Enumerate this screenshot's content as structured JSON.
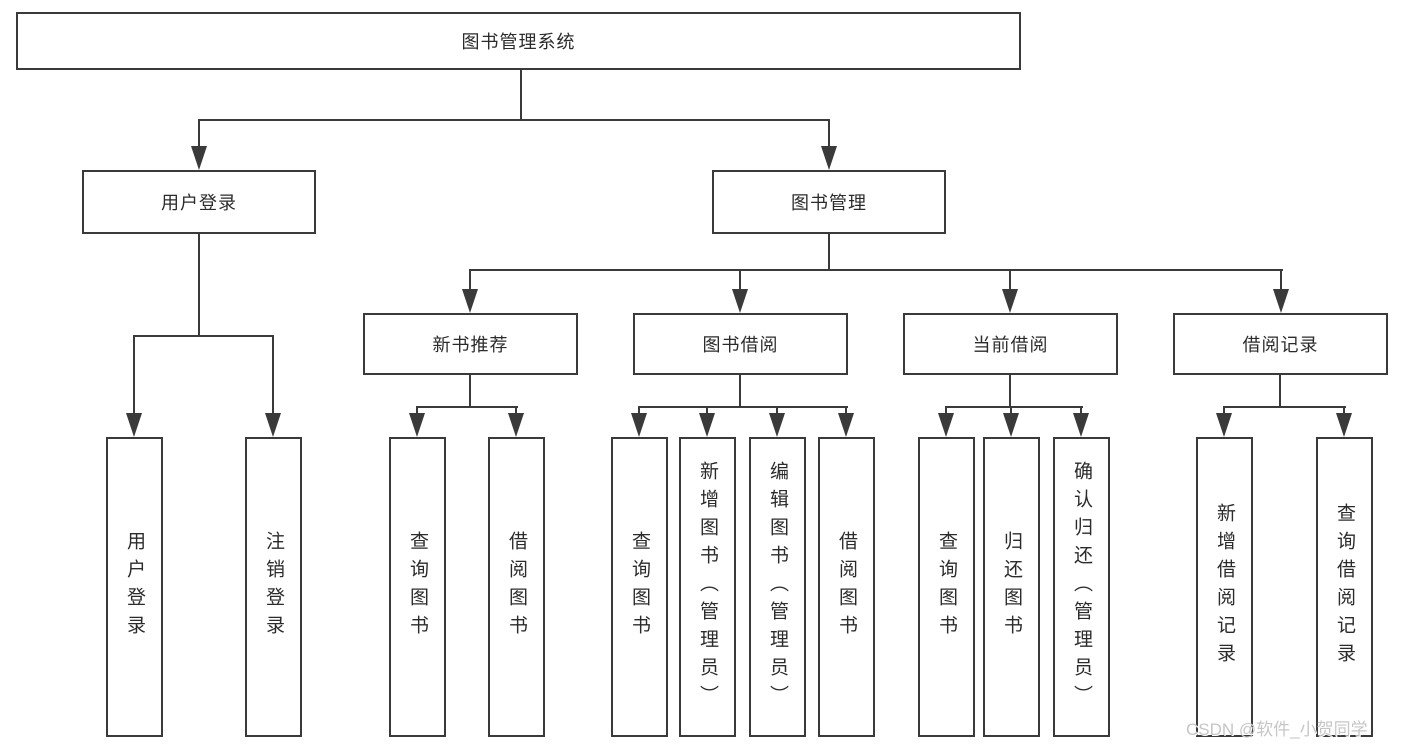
{
  "diagram": {
    "line_color": "#3a3a3a",
    "text_color": "#2b2b2b",
    "box_background": "#ffffff",
    "nodes": {
      "root": {
        "label": "图书管理系统"
      },
      "user_login": {
        "label": "用户登录"
      },
      "book_mgmt": {
        "label": "图书管理"
      },
      "new_book_rec": {
        "label": "新书推荐"
      },
      "book_borrow": {
        "label": "图书借阅"
      },
      "current_borrow": {
        "label": "当前借阅"
      },
      "borrow_record": {
        "label": "借阅记录"
      },
      "leaf_user_login": {
        "label": "用户登录"
      },
      "leaf_logout": {
        "label": "注销登录"
      },
      "leaf_rec_query_books": {
        "label": "查询图书"
      },
      "leaf_rec_borrow_books": {
        "label": "借阅图书"
      },
      "leaf_bb_query_books": {
        "label": "查询图书"
      },
      "leaf_bb_add_books": {
        "label": "新增图书（管理员）"
      },
      "leaf_bb_edit_books": {
        "label": "编辑图书（管理员）"
      },
      "leaf_bb_borrow_books": {
        "label": "借阅图书"
      },
      "leaf_cb_query_books": {
        "label": "查询图书"
      },
      "leaf_cb_return_books": {
        "label": "归还图书"
      },
      "leaf_cb_confirm_return": {
        "label": "确认归还（管理员）"
      },
      "leaf_br_add_record": {
        "label": "新增借阅记录"
      },
      "leaf_br_query_record": {
        "label": "查询借阅记录"
      }
    }
  },
  "watermark": {
    "text": "CSDN @软件_小贺同学",
    "color": "#c6c6c6"
  }
}
